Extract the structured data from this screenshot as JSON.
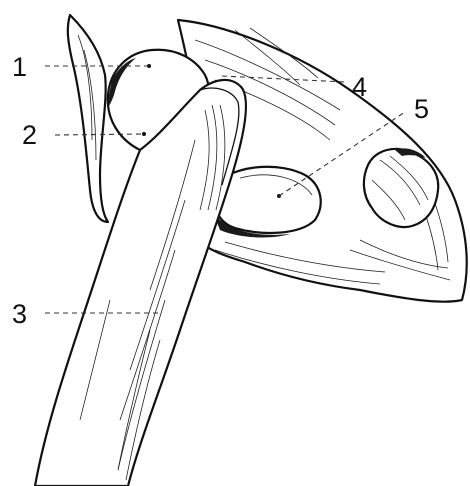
{
  "labels": {
    "l1": "1",
    "l2": "2",
    "l3": "3",
    "l4": "4",
    "l5": "5"
  },
  "colors": {
    "ink": "#111111",
    "paper": "#ffffff"
  }
}
